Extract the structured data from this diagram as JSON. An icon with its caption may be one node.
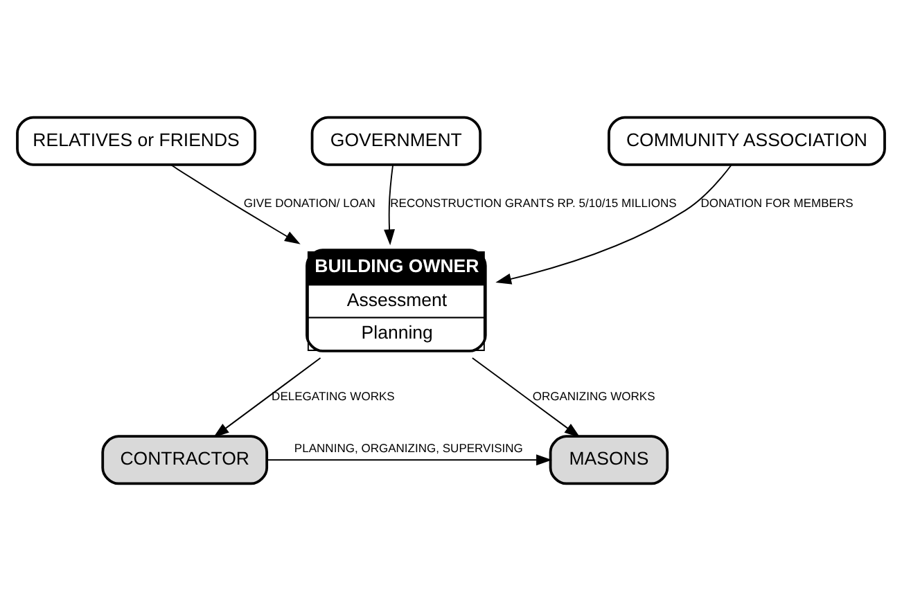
{
  "diagram": {
    "nodes": [
      {
        "text": [
          "RELATIVES or FRIENDS"
        ]
      },
      {
        "text": [
          "GOVERNMENT"
        ]
      },
      {
        "text": [
          "COMMUNITY ASSOCIATION"
        ]
      },
      {
        "text": [
          "BUILDING OWNER",
          "Assessment",
          "Planning"
        ]
      },
      {
        "text": [
          "CONTRACTOR"
        ]
      },
      {
        "text": [
          "MASONS"
        ]
      }
    ],
    "edges": [
      {
        "from": 0,
        "to": 3,
        "arrow": "to",
        "label": "GIVE DONATION/ LOAN"
      },
      {
        "from": 1,
        "to": 3,
        "arrow": "to",
        "label": "RECONSTRUCTION GRANTS RP. 5/10/15 MILLIONS"
      },
      {
        "from": 2,
        "to": 3,
        "arrow": "to",
        "label": "DONATION FOR MEMBERS"
      },
      {
        "from": 3,
        "to": 4,
        "arrow": "to",
        "label": "DELEGATING WORKS"
      },
      {
        "from": 3,
        "to": 5,
        "arrow": "to",
        "label": "ORGANIZING WORKS"
      },
      {
        "from": 4,
        "to": 5,
        "arrow": "to",
        "label": "PLANNING, ORGANIZING, SUPERVISING"
      }
    ]
  }
}
